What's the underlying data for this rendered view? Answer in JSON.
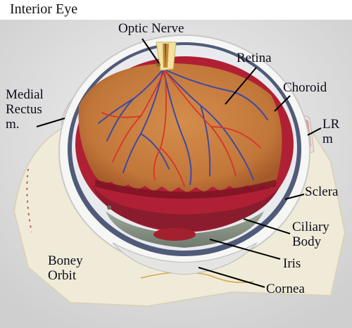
{
  "title": "Interior Eye",
  "labels": {
    "optic_nerve": "Optic Nerve",
    "retina": "Retina",
    "choroid": "Choroid",
    "medial_rectus": [
      "Medial",
      "Rectus",
      "m."
    ],
    "lateral_rectus": [
      "LR",
      "m"
    ],
    "sclera": "Sclera",
    "ciliary_body": [
      "Ciliary",
      "Body"
    ],
    "iris": "Iris",
    "boney_orbit": [
      "Boney",
      "Orbit"
    ],
    "cornea": "Cornea"
  },
  "colors": {
    "retina": "#c98244",
    "choroid": "#b02034",
    "vein": "#3d4aa5",
    "artery": "#d8342a",
    "sclera": "#f4f4f2",
    "orbit": "#f1ecda"
  }
}
